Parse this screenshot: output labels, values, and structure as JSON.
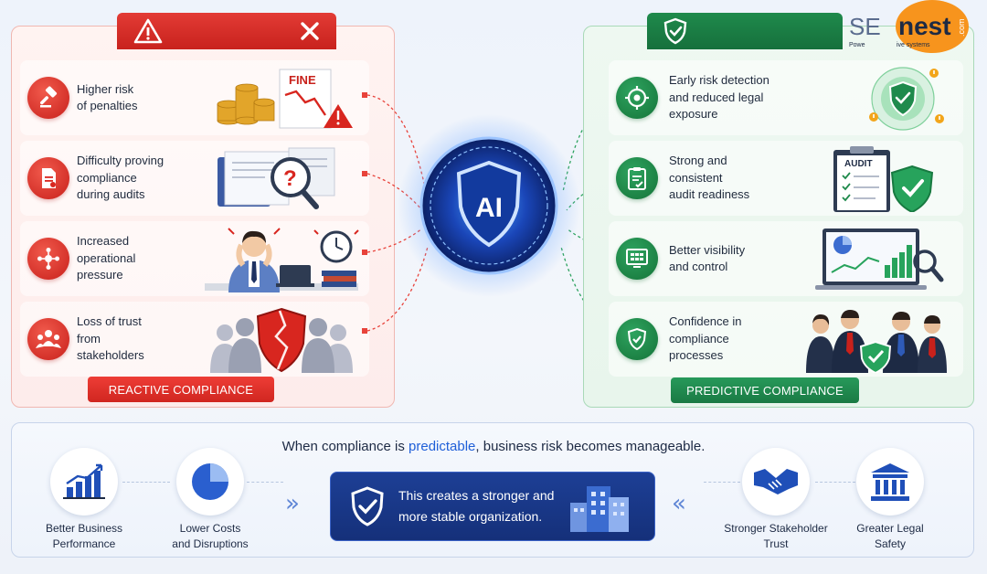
{
  "logo": {
    "text_prefix": "SE",
    "text_main": "nest",
    "tagline": "Powe",
    "tagline_end": "ive systems",
    "com": ".com"
  },
  "reactive": {
    "items": [
      {
        "label": "Higher risk of penalties",
        "lines": [
          "Higher risk",
          "of penalties"
        ],
        "illustration": "FINE"
      },
      {
        "label": "Difficulty proving compliance during audits",
        "lines": [
          "Difficulty proving",
          "compliance",
          "during audits"
        ]
      },
      {
        "label": "Increased operational pressure",
        "lines": [
          "Increased",
          "operational",
          "pressure"
        ]
      },
      {
        "label": "Loss of trust from stakeholders",
        "lines": [
          "Loss of trust",
          "from",
          "stakeholders"
        ]
      }
    ],
    "footer": "REACTIVE COMPLIANCE"
  },
  "predictive": {
    "items": [
      {
        "label": "Early risk detection and reduced legal exposure",
        "lines": [
          "Early risk detection",
          "and reduced legal",
          "exposure"
        ]
      },
      {
        "label": "Strong and consistent audit readiness",
        "lines": [
          "Strong and",
          "consistent",
          "audit readiness"
        ],
        "illustration": "AUDIT"
      },
      {
        "label": "Better visibility and control",
        "lines": [
          "Better visibility",
          "and control"
        ]
      },
      {
        "label": "Confidence in compliance processes",
        "lines": [
          "Confidence in",
          "compliance",
          "processes"
        ]
      }
    ],
    "footer": "PREDICTIVE COMPLIANCE"
  },
  "ai_label": "AI",
  "bottom": {
    "tagline_before": "When compliance is ",
    "tagline_highlight": "predictable",
    "tagline_after": ", business risk becomes manageable.",
    "center_lines": [
      "This creates a stronger and",
      "more stable organization."
    ],
    "benefits": [
      {
        "lines": [
          "Better Business",
          "Performance"
        ],
        "icon": "bar-chart-icon"
      },
      {
        "lines": [
          "Lower Costs",
          "and Disruptions"
        ],
        "icon": "pie-chart-icon"
      },
      {
        "lines": [
          "Stronger Stakeholder",
          "Trust"
        ],
        "icon": "handshake-icon"
      },
      {
        "lines": [
          "Greater Legal",
          "Safety"
        ],
        "icon": "bank-icon"
      }
    ]
  },
  "colors": {
    "red": "#d8261f",
    "green": "#1b7c44",
    "blue": "#1d3f95",
    "highlight": "#1f5fd8"
  }
}
